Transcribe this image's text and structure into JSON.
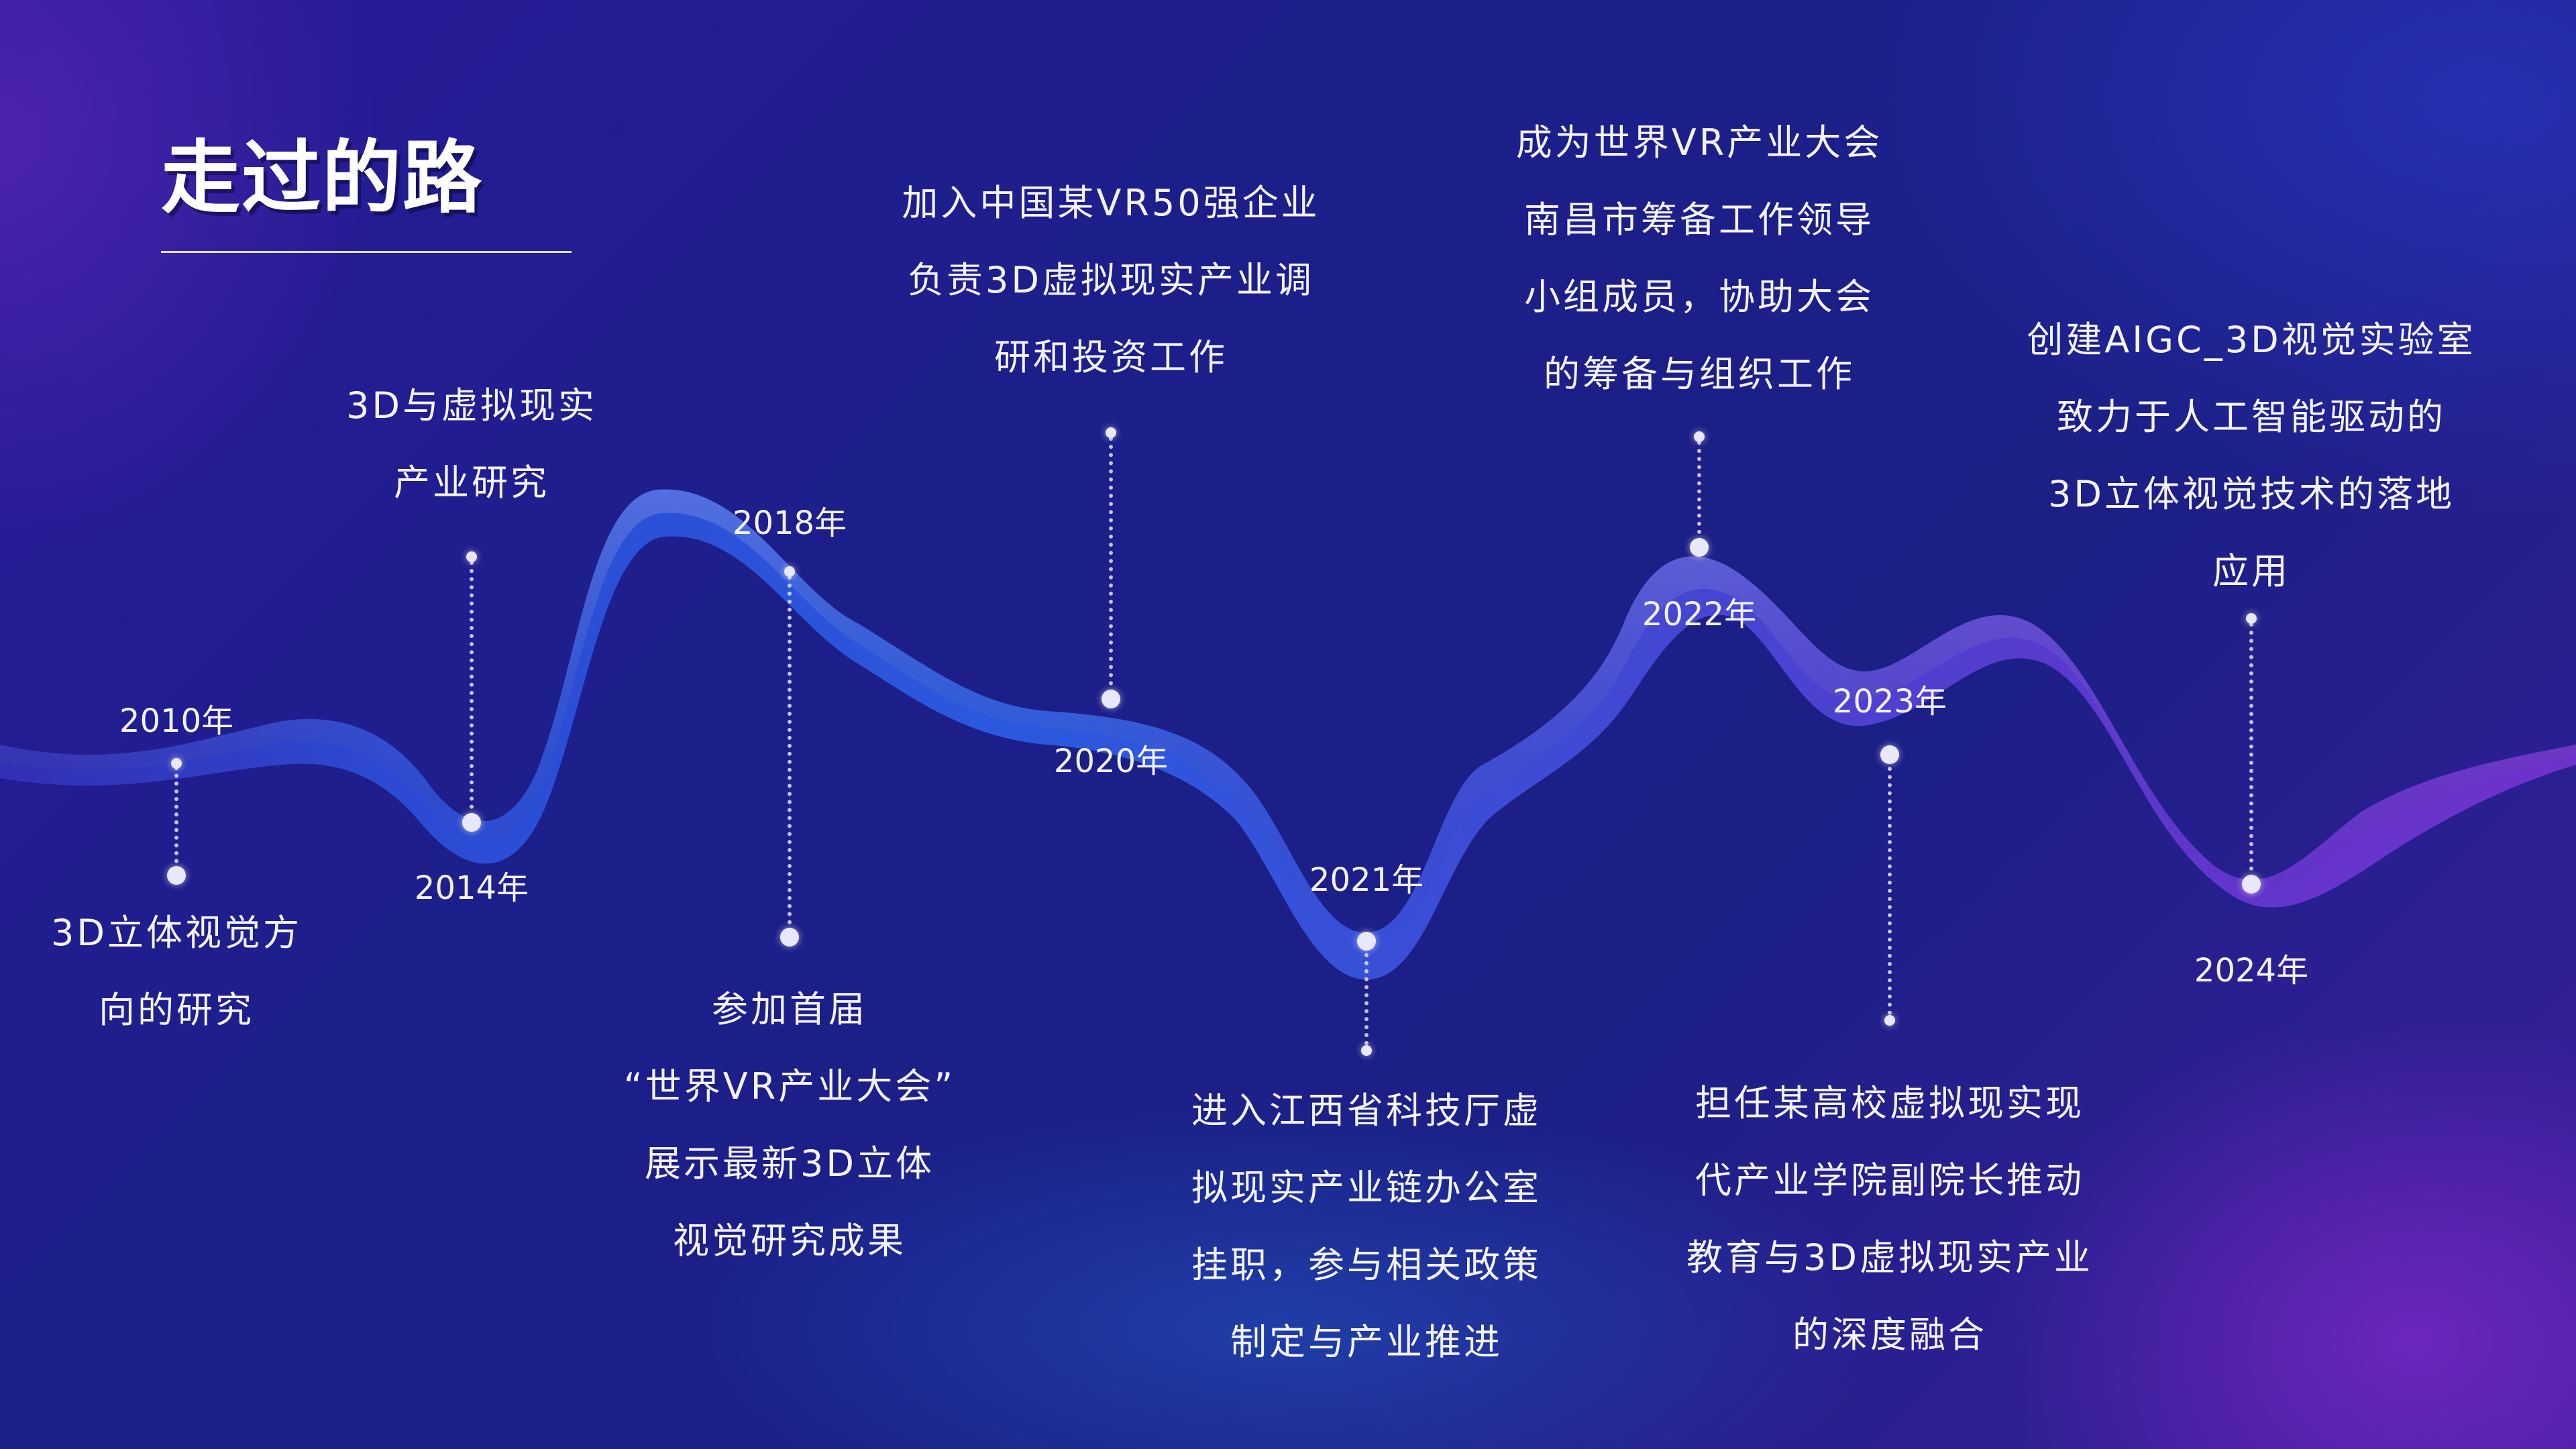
{
  "slide": {
    "title": "走过的路",
    "milestones": [
      {
        "year": "2010年",
        "lines": [
          "3D立体视觉方",
          "向的研究"
        ]
      },
      {
        "year": "2014年",
        "lines": [
          "3D与虚拟现实",
          "产业研究"
        ]
      },
      {
        "year": "2018年",
        "lines": [
          "参加首届",
          "“世界VR产业大会”",
          "展示最新3D立体",
          "视觉研究成果"
        ]
      },
      {
        "year": "2020年",
        "lines": [
          "加入中国某VR50强企业",
          "负责3D虚拟现实产业调",
          "研和投资工作"
        ]
      },
      {
        "year": "2021年",
        "lines": [
          "进入江西省科技厅虚",
          "拟现实产业链办公室",
          "挂职，参与相关政策",
          "制定与产业推进"
        ]
      },
      {
        "year": "2022年",
        "lines": [
          "成为世界VR产业大会",
          "南昌市筹备工作领导",
          "小组成员，协助大会",
          "的筹备与组织工作"
        ]
      },
      {
        "year": "2023年",
        "lines": [
          "担任某高校虚拟现实现",
          "代产业学院副院长推动",
          "教育与3D虚拟现实产业",
          "的深度融合"
        ]
      },
      {
        "year": "2024年",
        "lines": [
          "创建AIGC_3D视觉实验室",
          "致力于人工智能驱动的",
          "3D立体视觉技术的落地",
          "应用"
        ]
      }
    ]
  }
}
